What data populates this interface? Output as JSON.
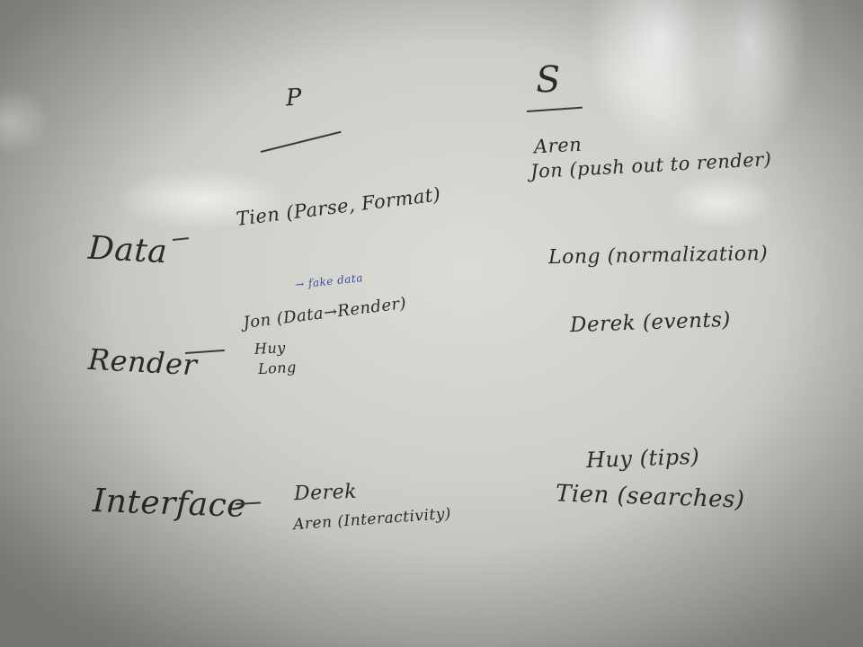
{
  "headers": {
    "p": "P",
    "s": "S"
  },
  "rows": {
    "data": {
      "label": "Data",
      "p": "Tien (Parse, Format)"
    },
    "render": {
      "label": "Render",
      "note": "→ fake data",
      "p_lines": [
        "Jon (Data→Render)",
        "Huy",
        "Long"
      ]
    },
    "interface": {
      "label": "Interface",
      "p_lines": [
        "Derek",
        "Aren (Interactivity)"
      ]
    }
  },
  "s_column": {
    "s1": "Aren",
    "s2": "Jon (push out to render)",
    "s3": "Long (normalization)",
    "s4": "Derek (events)",
    "s5": "Huy (tips)",
    "s6": "Tien (searches)"
  }
}
